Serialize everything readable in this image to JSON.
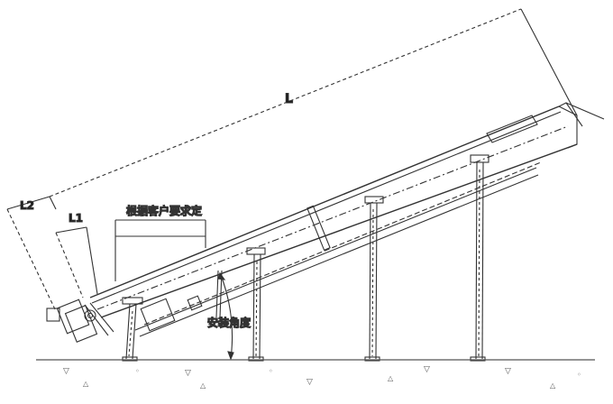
{
  "labels": {
    "total_length": "L",
    "offset_l2": "L2",
    "offset_l1": "L1",
    "customer_note": "根据客户要求定",
    "install_angle": "安装角度"
  },
  "colors": {
    "line": "#333333",
    "ground": "#555555"
  }
}
